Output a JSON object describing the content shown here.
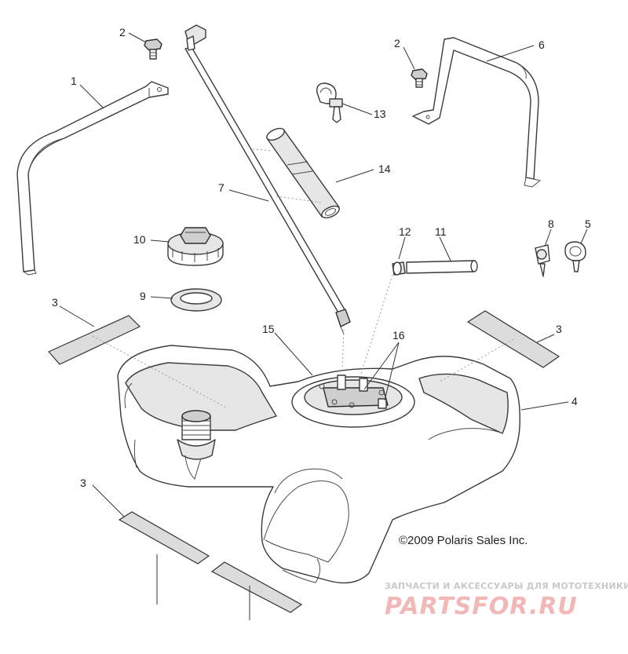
{
  "callouts": {
    "c1": "1",
    "c2a": "2",
    "c2b": "2",
    "c3a": "3",
    "c3b": "3",
    "c3c": "3",
    "c4": "4",
    "c5": "5",
    "c6": "6",
    "c7": "7",
    "c8": "8",
    "c9": "9",
    "c10": "10",
    "c11": "11",
    "c12": "12",
    "c13": "13",
    "c14": "14",
    "c15": "15",
    "c16": "16"
  },
  "copyright": "©2009 Polaris Sales Inc.",
  "watermark": {
    "tagline": "ЗАПЧАСТИ И АКСЕССУАРЫ ДЛЯ МОТОТЕХНИКИ",
    "brand": "PARTSFOR.RU"
  }
}
